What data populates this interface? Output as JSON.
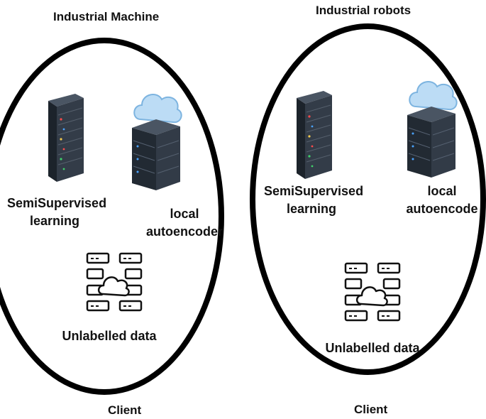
{
  "clients": [
    {
      "title": "Industrial Machine",
      "semi_label_1": "SemiSupervised",
      "semi_label_2": "learning",
      "local_label_1": "local",
      "local_label_2": "autoencoder",
      "data_label": "Unlabelled data",
      "client_label": "Client"
    },
    {
      "title": "Industrial robots",
      "semi_label_1": "SemiSupervised",
      "semi_label_2": "learning",
      "local_label_1": "local",
      "local_label_2": "autoencode",
      "data_label": "Unlabelled data",
      "client_label": "Client"
    }
  ],
  "icons": [
    "server-rack-icon",
    "cloud-server-icon",
    "cloud-data-icon"
  ],
  "colors": {
    "ring": "#000000",
    "server_dark": "#2b3440",
    "cloud": "#bcdcf5"
  }
}
